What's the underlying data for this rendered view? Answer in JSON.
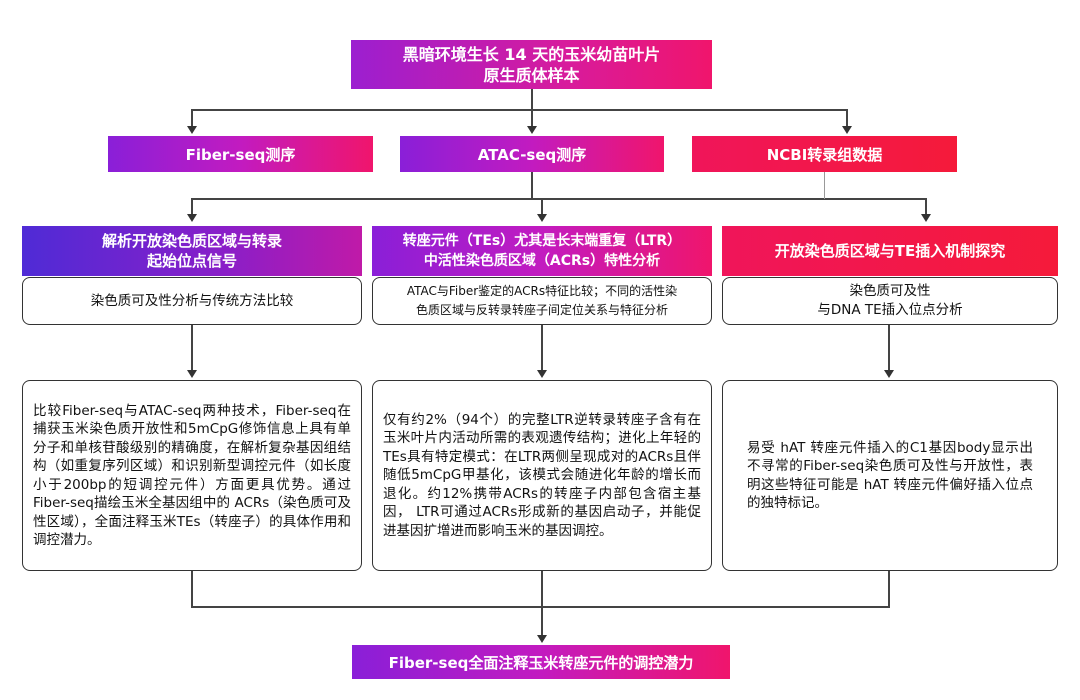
{
  "top": {
    "line1": "黑暗环境生长 14 天的玉米幼苗叶片",
    "line2": "原生质体样本"
  },
  "methods": [
    {
      "label": "Fiber-seq测序"
    },
    {
      "label": "ATAC-seq测序"
    },
    {
      "label": "NCBI转录组数据"
    }
  ],
  "columns": [
    {
      "heading_line1": "解析开放染色质区域与转录",
      "heading_line2": "起始位点信号",
      "subtitle_line1": "染色质可及性分析与传统方法比较",
      "subtitle_line2": "",
      "detail": "比较Fiber-seq与ATAC-seq两种技术，Fiber-seq在捕获玉米染色质开放性和5mCpG修饰信息上具有单分子和单核苷酸级别的精确度，在解析复杂基因组结构（如重复序列区域）和识别新型调控元件（如长度小于200bp的短调控元件）方面更具优势。通过Fiber-seq描绘玉米全基因组中的 ACRs（染色质可及性区域），全面注释玉米TEs（转座子）的具体作用和调控潜力。"
    },
    {
      "heading_line1": "转座元件（TEs）尤其是长末端重复（LTR）",
      "heading_line2": "中活性染色质区域（ACRs）特性分析",
      "subtitle_line1": "ATAC与Fiber鉴定的ACRs特征比较；不同的活性染",
      "subtitle_line2": "色质区域与反转录转座子间定位关系与特征分析",
      "detail": "仅有约2%（94个）的完整LTR逆转录转座子含有在玉米叶片内活动所需的表观遗传结构；进化上年轻的TEs具有特定模式：在LTR两侧呈现成对的ACRs且伴随低5mCpG甲基化，该模式会随进化年龄的增长而退化。约12%携带ACRs的转座子内部包含宿主基因， LTR可通过ACRs形成新的基因启动子，并能促进基因扩增进而影响玉米的基因调控。"
    },
    {
      "heading_line1": "开放染色质区域与TE插入机制探究",
      "heading_line2": "",
      "subtitle_line1": "染色质可及性",
      "subtitle_line2": "与DNA TE插入位点分析",
      "detail": "易受 hAT 转座元件插入的C1基因body显示出不寻常的Fiber-seq染色质可及性与开放性，表明这些特征可能是 hAT 转座元件偏好插入位点的独特标记。"
    }
  ],
  "bottom": {
    "label": "Fiber-seq全面注释玉米转座元件的调控潜力"
  }
}
